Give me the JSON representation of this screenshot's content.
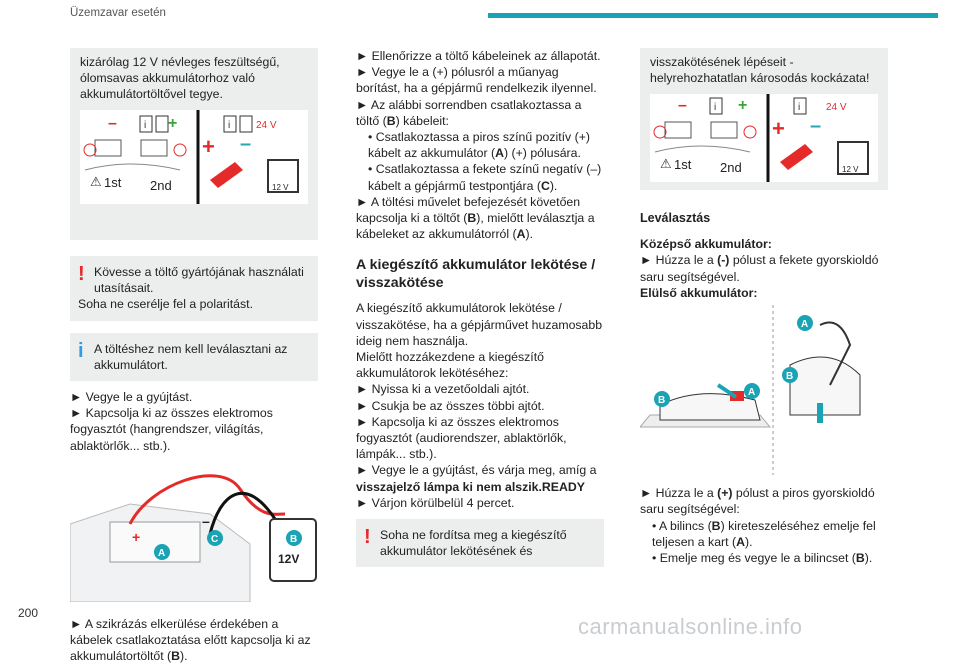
{
  "header": {
    "title": "Üzemzavar esetén",
    "accent": "#1aa3b5"
  },
  "page_number": "200",
  "watermark": "carmanualsonline.info",
  "col1": {
    "box_text": "kizárólag 12 V névleges feszültségű, ólomsavas akkumulátorhoz való akkumulátortöltővel tegye.",
    "diagram": {
      "first": "1st",
      "second": "2nd",
      "v24": "24 V",
      "v12": "12 V"
    },
    "warn1_line1": "Kövesse a töltő gyártójának használati utasításait.",
    "warn1_line2": "Soha ne cserélje fel a polaritást.",
    "info1": "A töltéshez nem kell leválasztani az akkumulátort.",
    "p1": "► Vegye le a gyújtást.",
    "p2": "► Kapcsolja ki az összes elektromos fogyasztót (hangrendszer, világítás, ablaktörlők... stb.).",
    "illustration": {
      "a": "A",
      "b": "B",
      "c": "C",
      "volt": "12V"
    },
    "p3": "► A szikrázás elkerülése érdekében a kábelek csatlakoztatása előtt kapcsolja ki az akkumulátortöltőt (",
    "p3_b": "B",
    "p3_end": ")."
  },
  "col2": {
    "l1": "► Ellenőrizze a töltő kábeleinek az állapotát.",
    "l2": "► Vegye le a (+) pólusról a műanyag borítást, ha a gépjármű rendelkezik ilyennel.",
    "l3a": "► Az alábbi sorrendben csatlakoztassa a töltő (",
    "l3b": "B",
    "l3c": ") kábeleit:",
    "b1a": "• Csatlakoztassa a piros színű pozitív (+) kábelt az akkumulátor (",
    "b1b": "A",
    "b1c": ") (+) pólusára.",
    "b2a": "• Csatlakoztassa a fekete színű negatív (–) kábelt a gépjármű testpontjára (",
    "b2b": "C",
    "b2c": ").",
    "l4a": "► A töltési művelet befejezését követően kapcsolja ki a töltőt (",
    "l4b": "B",
    "l4c": "), mielőtt leválasztja a kábeleket az akkumulátorról (",
    "l4d": "A",
    "l4e": ").",
    "heading": "A kiegészítő akkumulátor lekötése / visszakötése",
    "p1": "A kiegészítő akkumulátorok lekötése / visszakötése, ha a gépjárművet huzamosabb ideig nem használja.",
    "p2": "Mielőtt hozzákezdene a kiegészítő akkumulátorok lekötéséhez:",
    "s1": "► Nyissa ki a vezetőoldali ajtót.",
    "s2": "► Csukja be az összes többi ajtót.",
    "s3": "► Kapcsolja ki az összes elektromos fogyasztót (audiorendszer, ablaktörlők, lámpák... stb.).",
    "s4a": "► Vegye le a gyújtást, és várja meg, amíg a ",
    "s4b": "visszajelző lámpa ki nem alszik.READY",
    "s5": "► Várjon körülbelül 4 percet.",
    "warn": "Soha ne fordítsa meg a kiegészítő akkumulátor lekötésének és"
  },
  "col3": {
    "box_text": "visszakötésének lépéseit - helyrehozhatatlan károsodás kockázata!",
    "diagram": {
      "first": "1st",
      "second": "2nd",
      "v24": "24 V",
      "v12": "12 V"
    },
    "heading": "Leválasztás",
    "sub1": "Középső akkumulátor:",
    "t1a": "► Húzza le a ",
    "t1b": "(-)",
    "t1c": " pólust a fekete gyorskioldó saru segítségével.",
    "sub2": "Elülső akkumulátor:",
    "illustration": {
      "a": "A",
      "b": "B"
    },
    "t2a": "► Húzza le a ",
    "t2b": "(+)",
    "t2c": " pólust a piros gyorskioldó saru segítségével:",
    "c1a": "• A bilincs (",
    "c1b": "B",
    "c1c": ") kireteszeléséhez emelje fel teljesen a kart (",
    "c1d": "A",
    "c1e": ").",
    "c2a": "• Emelje meg és vegye le a bilincset (",
    "c2b": "B",
    "c2c": ")."
  }
}
